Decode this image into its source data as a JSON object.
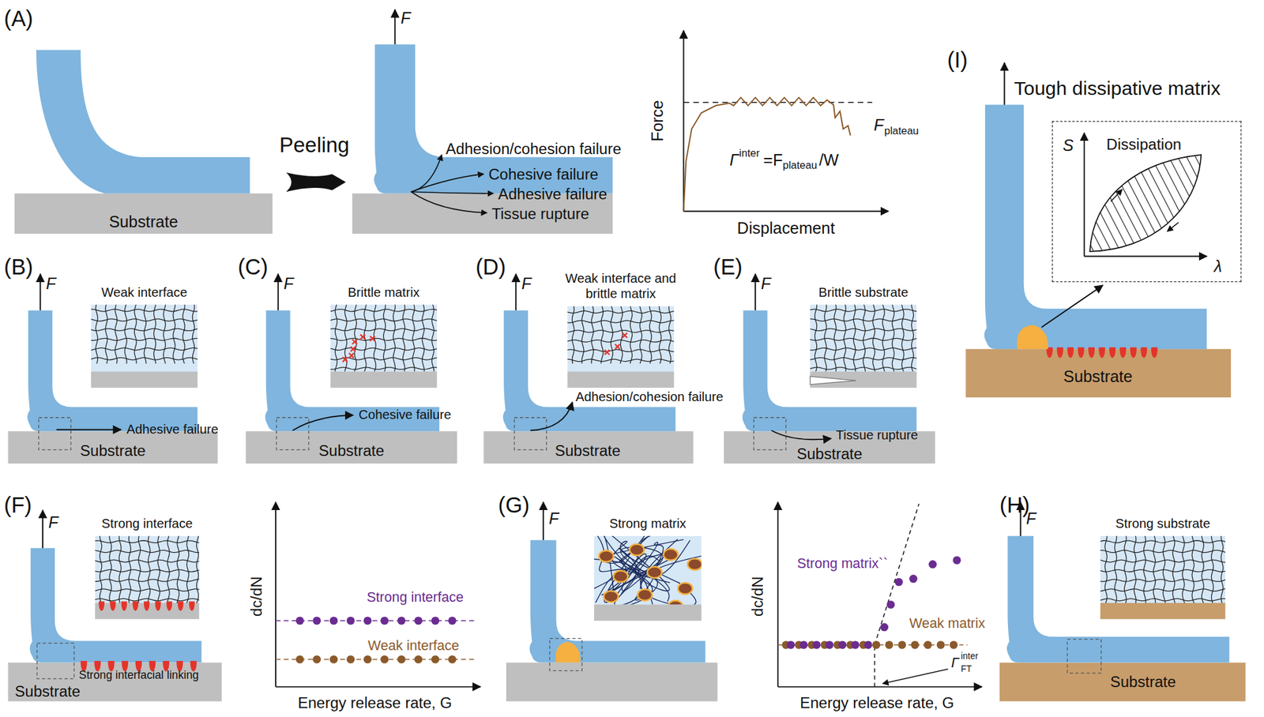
{
  "diagram": {
    "nodes": [
      {
        "text": [
          "Substrate"
        ]
      },
      {
        "text": [
          "Dissipation"
        ]
      },
      {
        "text": [
          "Substrate"
        ]
      },
      {
        "text": [
          "Weak interface"
        ]
      },
      {
        "text": [
          "Substrate"
        ]
      },
      {
        "text": [
          "Brittle matrix"
        ]
      },
      {
        "text": [
          "Substrate"
        ]
      },
      {
        "text": [
          "Weak interface and brittle matrix"
        ]
      },
      {
        "text": [
          "Substrate"
        ]
      },
      {
        "text": [
          "Brittle substrate"
        ]
      },
      {
        "text": [
          "Substrate"
        ]
      },
      {
        "text": [
          "Strong interface"
        ]
      },
      {
        "text": [
          "Substrate"
        ]
      },
      {
        "text": [
          "Strong matrix"
        ]
      },
      {
        "text": [
          "Strong substrate"
        ]
      },
      {
        "text": [
          "Substrate"
        ]
      }
    ],
    "labels": [
      "(A)",
      "Peeling",
      "F",
      "Adhesion/cohesion failure",
      "Cohesive failure",
      "Adhesive failure",
      "Tissue rupture",
      "Force",
      "Γ",
      "inter",
      "=F",
      "plateau",
      "/W",
      "F",
      "plateau",
      "Displacement",
      "(I)",
      "Tough dissipative matrix",
      "S",
      "λ",
      "(B)",
      "F",
      "Adhesive failure",
      "(C)",
      "F",
      "Cohesive failure",
      "(D)",
      "F",
      "Adhesion/cohesion failure",
      "(E)",
      "F",
      "Tissue rupture",
      "(F)",
      "F",
      "Strong interfacial linking",
      "dc/dN",
      "Strong interface",
      "Weak interface",
      "Energy release rate, G",
      "(G)",
      "F",
      "dc/dN",
      "Strong matrix``",
      "Weak matrix",
      "Γ",
      "FT",
      "inter",
      "Energy release rate, G",
      "(H)",
      "F"
    ]
  }
}
